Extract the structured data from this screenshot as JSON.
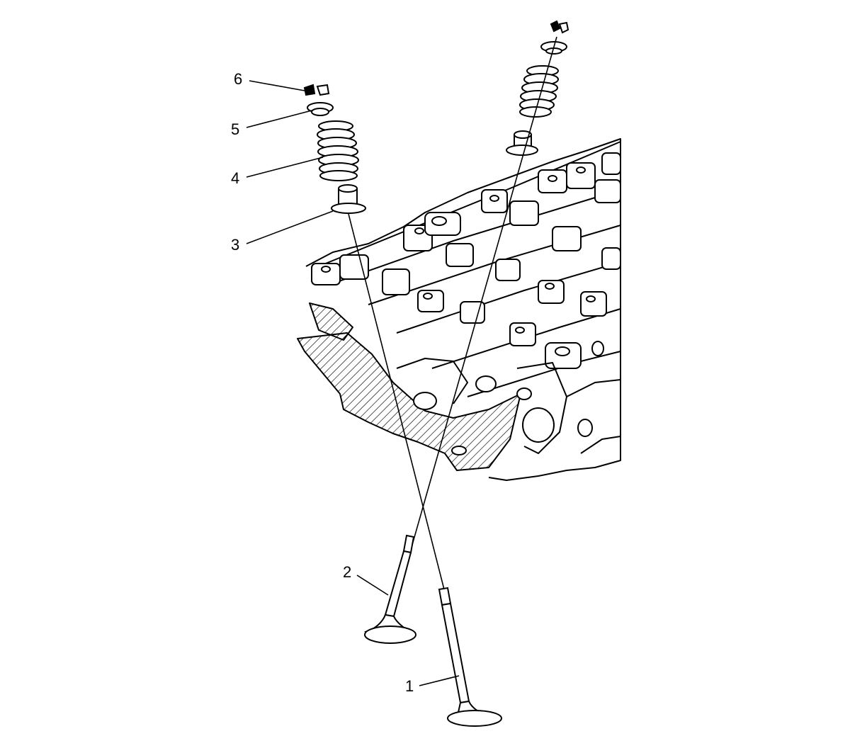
{
  "callouts": [
    {
      "id": "callout-1",
      "label": "1"
    },
    {
      "id": "callout-2",
      "label": "2"
    },
    {
      "id": "callout-3",
      "label": "3"
    },
    {
      "id": "callout-4",
      "label": "4"
    },
    {
      "id": "callout-5",
      "label": "5"
    },
    {
      "id": "callout-6",
      "label": "6"
    }
  ],
  "colors": {
    "line": "#000000",
    "background": "#ffffff"
  }
}
